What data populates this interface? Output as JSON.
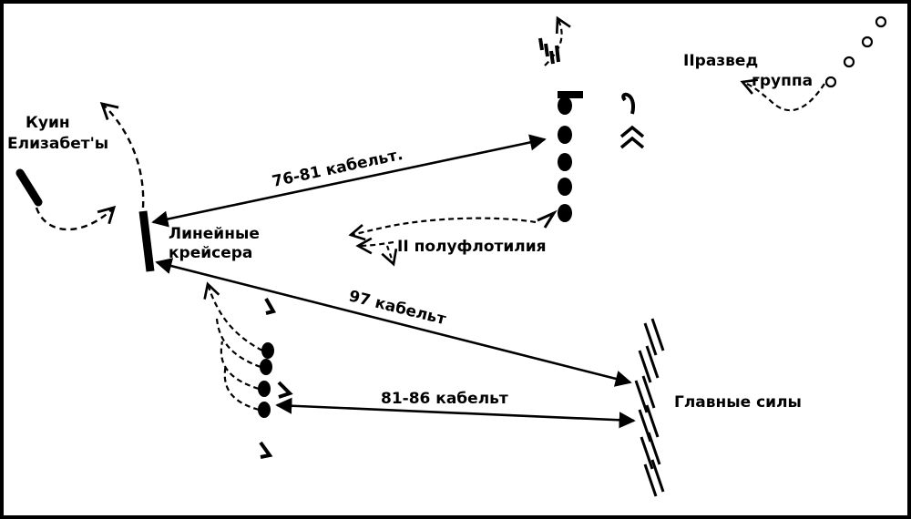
{
  "labels": {
    "queen_elizabeth_1": "Куин",
    "queen_elizabeth_2": "Елизабет'ы",
    "battlecruisers_1": "Линейные",
    "battlecruisers_2": "крейсера",
    "recon_group_1": "IIразвед",
    "recon_group_2": "группа",
    "half_flotilla": "II полуфлотилия",
    "main_forces": "Главные силы",
    "dist_top": "76-81 кабельт.",
    "dist_mid": "97 кабельт",
    "dist_bottom": "81-86 кабельт"
  },
  "colors": {
    "ink": "#000000",
    "paper": "#ffffff"
  }
}
